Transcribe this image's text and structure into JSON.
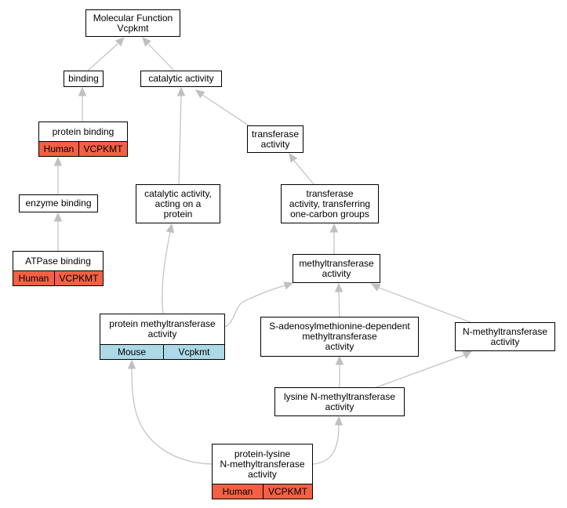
{
  "graph": {
    "annotation_colors": {
      "Human": "#f46045",
      "Mouse": "#add8e6"
    },
    "edge_color": "#c0c0c0",
    "nodes": [
      {
        "id": "molecular-function",
        "lines": [
          "Molecular Function",
          "Vcpkmt"
        ]
      },
      {
        "id": "binding",
        "lines": [
          "binding"
        ]
      },
      {
        "id": "catalytic-activity",
        "lines": [
          "catalytic activity"
        ]
      },
      {
        "id": "protein-binding",
        "lines": [
          "protein binding"
        ],
        "annotation": {
          "species": "Human",
          "gene": "VCPKMT"
        }
      },
      {
        "id": "transferase-activity",
        "lines": [
          "transferase",
          "activity"
        ]
      },
      {
        "id": "enzyme-binding",
        "lines": [
          "enzyme binding"
        ]
      },
      {
        "id": "catalytic-activity-protein",
        "lines": [
          "catalytic activity,",
          "acting on a",
          "protein"
        ]
      },
      {
        "id": "transferase-one-carbon",
        "lines": [
          "transferase",
          "activity, transferring",
          "one-carbon groups"
        ]
      },
      {
        "id": "atpase-binding",
        "lines": [
          "ATPase binding"
        ],
        "annotation": {
          "species": "Human",
          "gene": "VCPKMT"
        }
      },
      {
        "id": "methyltransferase-activity",
        "lines": [
          "methyltransferase",
          "activity"
        ]
      },
      {
        "id": "protein-methyltransferase",
        "lines": [
          "protein methyltransferase",
          "activity"
        ],
        "annotation": {
          "species": "Mouse",
          "gene": "Vcpkmt"
        }
      },
      {
        "id": "sam-methyltransferase",
        "lines": [
          "S-adenosylmethionine-dependent",
          "methyltransferase",
          "activity"
        ]
      },
      {
        "id": "n-methyltransferase",
        "lines": [
          "N-methyltransferase",
          "activity"
        ]
      },
      {
        "id": "lysine-n-methyltransferase",
        "lines": [
          "lysine N-methyltransferase",
          "activity"
        ]
      },
      {
        "id": "protein-lysine-n-methyltransferase",
        "lines": [
          "protein-lysine",
          "N-methyltransferase",
          "activity"
        ],
        "annotation": {
          "species": "Human",
          "gene": "VCPKMT"
        }
      }
    ],
    "edges": [
      {
        "from": "binding",
        "to": "molecular-function"
      },
      {
        "from": "catalytic-activity",
        "to": "molecular-function"
      },
      {
        "from": "protein-binding",
        "to": "binding"
      },
      {
        "from": "enzyme-binding",
        "to": "protein-binding"
      },
      {
        "from": "atpase-binding",
        "to": "enzyme-binding"
      },
      {
        "from": "catalytic-activity-protein",
        "to": "catalytic-activity"
      },
      {
        "from": "transferase-activity",
        "to": "catalytic-activity"
      },
      {
        "from": "transferase-one-carbon",
        "to": "transferase-activity"
      },
      {
        "from": "methyltransferase-activity",
        "to": "transferase-one-carbon"
      },
      {
        "from": "protein-methyltransferase",
        "to": "catalytic-activity-protein"
      },
      {
        "from": "protein-methyltransferase",
        "to": "methyltransferase-activity"
      },
      {
        "from": "sam-methyltransferase",
        "to": "methyltransferase-activity"
      },
      {
        "from": "n-methyltransferase",
        "to": "methyltransferase-activity"
      },
      {
        "from": "lysine-n-methyltransferase",
        "to": "sam-methyltransferase"
      },
      {
        "from": "lysine-n-methyltransferase",
        "to": "n-methyltransferase"
      },
      {
        "from": "protein-lysine-n-methyltransferase",
        "to": "protein-methyltransferase"
      },
      {
        "from": "protein-lysine-n-methyltransferase",
        "to": "lysine-n-methyltransferase"
      }
    ]
  }
}
